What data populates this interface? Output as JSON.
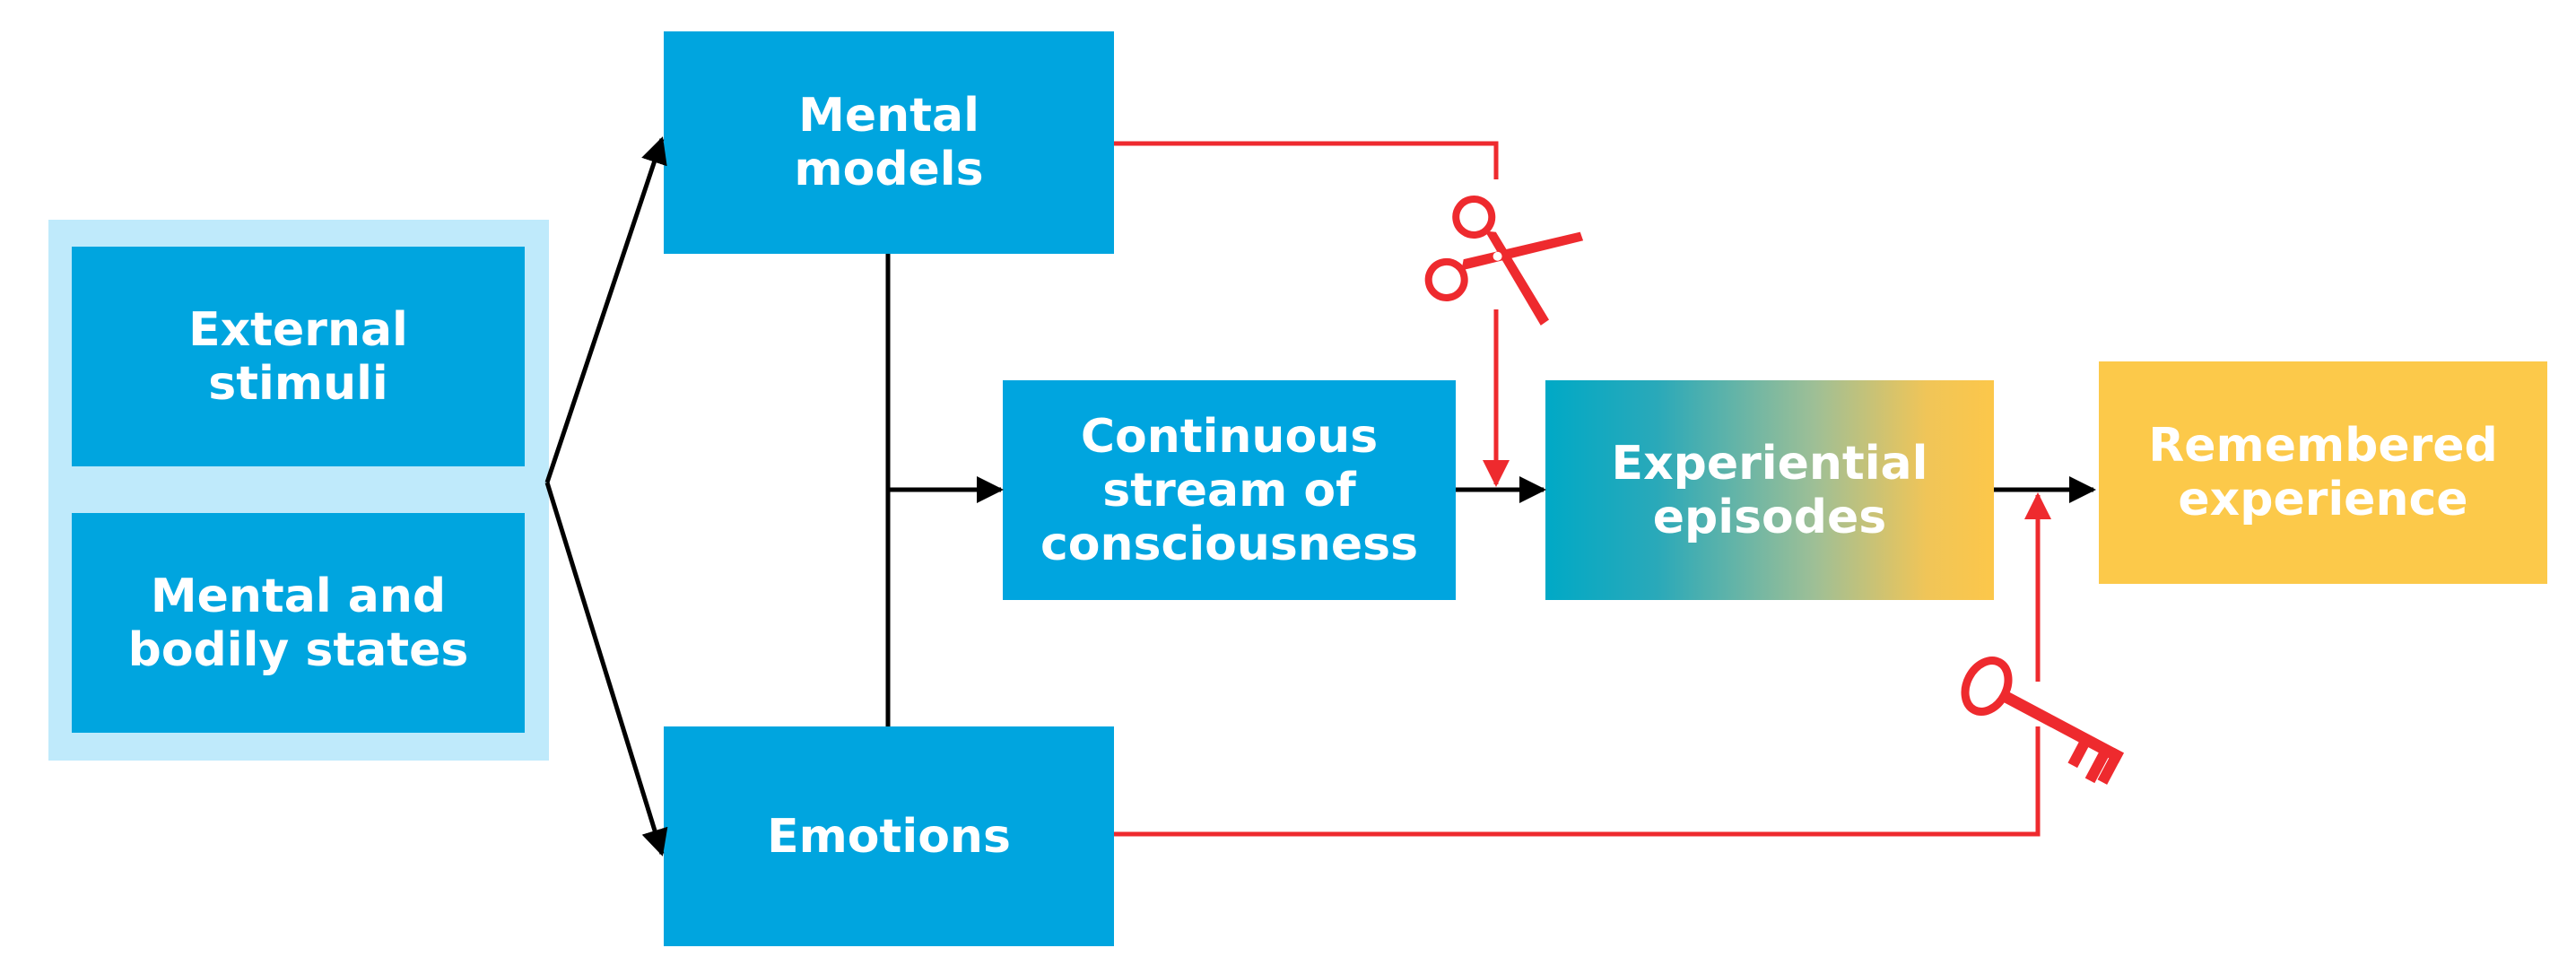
{
  "boxes": {
    "external_stimuli": "External\nstimuli",
    "mental_bodily_states": "Mental and\nbodily states",
    "mental_models": "Mental\nmodels",
    "emotions": "Emotions",
    "continuous_stream": "Continuous\nstream of\nconsciousness",
    "experiential_episodes": "Experiential\nepisodes",
    "remembered_experience": "Remembered\nexperience"
  },
  "icons": {
    "scissors": "scissors-icon",
    "key": "key-icon"
  },
  "colors": {
    "box_blue": "#00a5df",
    "group_light_blue": "#bfeafb",
    "yellow": "#fcc94a",
    "arrow_black": "#000000",
    "arrow_red": "#ee2a2e"
  }
}
